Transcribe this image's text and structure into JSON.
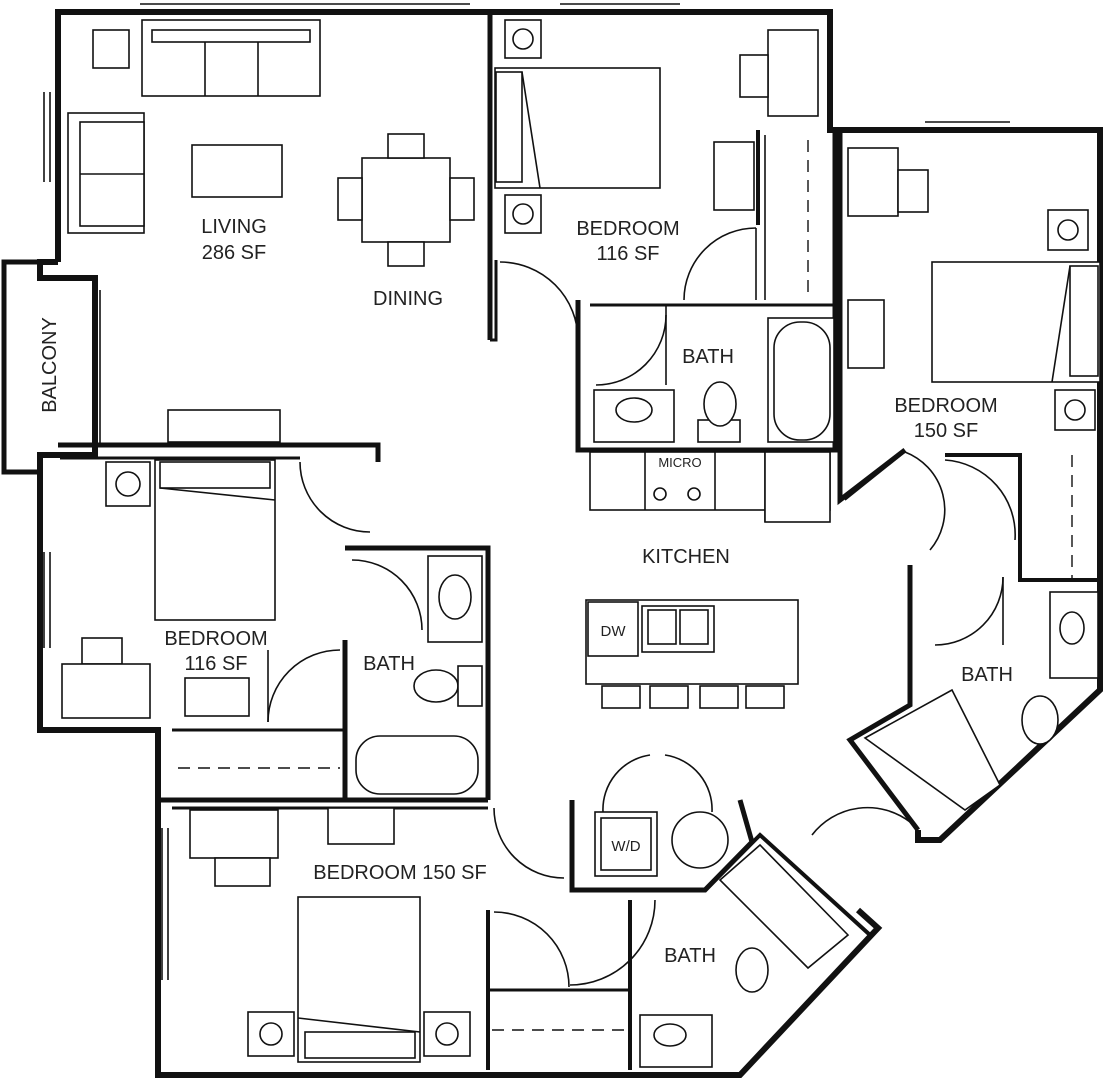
{
  "rooms": {
    "living": {
      "name": "LIVING",
      "area": "286 SF"
    },
    "dining": {
      "name": "DINING"
    },
    "balcony": {
      "name": "BALCONY"
    },
    "kitchen": {
      "name": "KITCHEN"
    },
    "bedroom_north": {
      "name": "BEDROOM",
      "area": "116 SF"
    },
    "bedroom_east": {
      "name": "BEDROOM",
      "area": "150 SF"
    },
    "bedroom_west": {
      "name": "BEDROOM",
      "area": "116 SF"
    },
    "bedroom_south": {
      "name": "BEDROOM 150 SF"
    },
    "bath_north": {
      "name": "BATH"
    },
    "bath_east": {
      "name": "BATH"
    },
    "bath_west": {
      "name": "BATH"
    },
    "bath_south": {
      "name": "BATH"
    }
  },
  "appliances": {
    "microwave": "MICRO",
    "dishwasher": "DW",
    "washer_dryer": "W/D"
  }
}
